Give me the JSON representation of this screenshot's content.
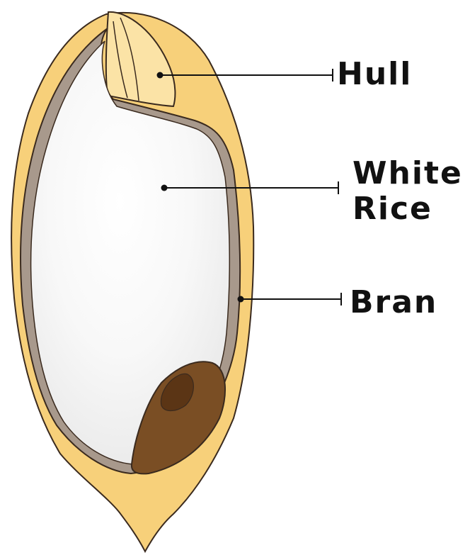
{
  "labels": {
    "hull": "Hull",
    "white_rice": "White\nRice",
    "bran": "Bran"
  },
  "colors": {
    "hull": "#F7D07A",
    "hull_tip": "#FBE3A6",
    "bran": "#A8998C",
    "white_rice": "#F4F4F4",
    "germ": "#7A4E24",
    "germ_inner": "#5B3515",
    "outline": "#3A2A1E"
  }
}
